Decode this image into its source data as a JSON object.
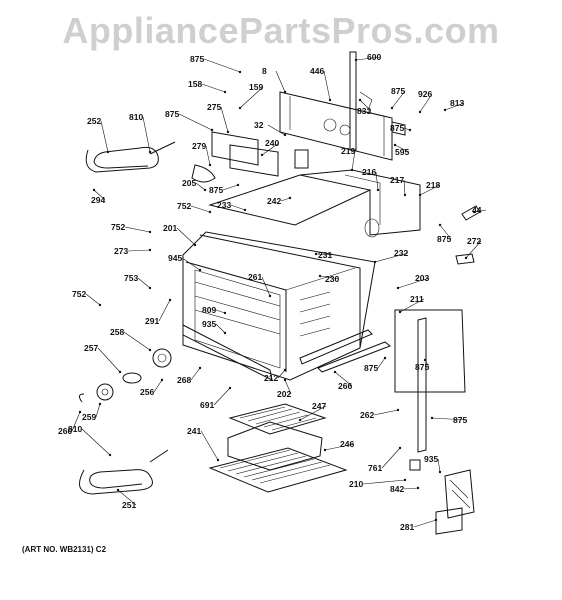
{
  "watermark": "AppliancePartsPros.com",
  "caption": "(ART NO. WB2131) C2",
  "callouts": [
    "875",
    "600",
    "8",
    "446",
    "158",
    "159",
    "875",
    "926",
    "813",
    "833",
    "875",
    "275",
    "32",
    "595",
    "252",
    "810",
    "875",
    "279",
    "240",
    "219",
    "294",
    "205",
    "875",
    "233",
    "216",
    "217",
    "218",
    "44",
    "752",
    "242",
    "752",
    "201",
    "273",
    "875",
    "272",
    "945",
    "231",
    "232",
    "230",
    "203",
    "753",
    "261",
    "752",
    "211",
    "291",
    "809",
    "935",
    "258",
    "257",
    "256",
    "268",
    "212",
    "875",
    "202",
    "266",
    "875",
    "691",
    "262",
    "259",
    "260",
    "247",
    "875",
    "810",
    "241",
    "246",
    "761",
    "935",
    "210",
    "842",
    "251",
    "281"
  ]
}
